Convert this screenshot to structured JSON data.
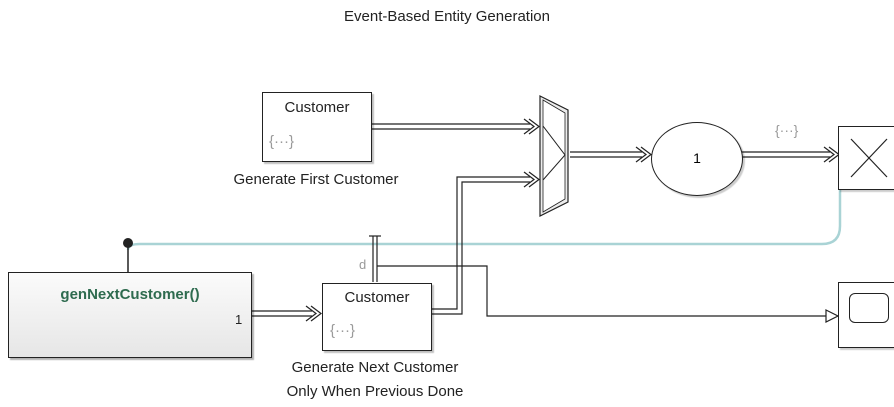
{
  "diagram": {
    "title": "Event-Based Entity Generation",
    "blocks": {
      "gen_first": {
        "name": "Customer",
        "entity_glyph": "{···}",
        "caption": "Generate First Customer"
      },
      "gen_next": {
        "name": "Customer",
        "entity_glyph": "{···}",
        "caption_line1": "Generate Next Customer",
        "caption_line2": "Only When Previous Done"
      },
      "chart": {
        "function": "genNextCustomer()",
        "port": "1"
      },
      "server": {
        "capacity": "1"
      },
      "signal_tag": "d",
      "wire_entity_glyph": "{···}"
    },
    "colors": {
      "line": "#222222",
      "function_call_line": "#a9d3d5",
      "function_text": "#2e6b4f",
      "entity_glyph": "#9a9a9a"
    }
  }
}
